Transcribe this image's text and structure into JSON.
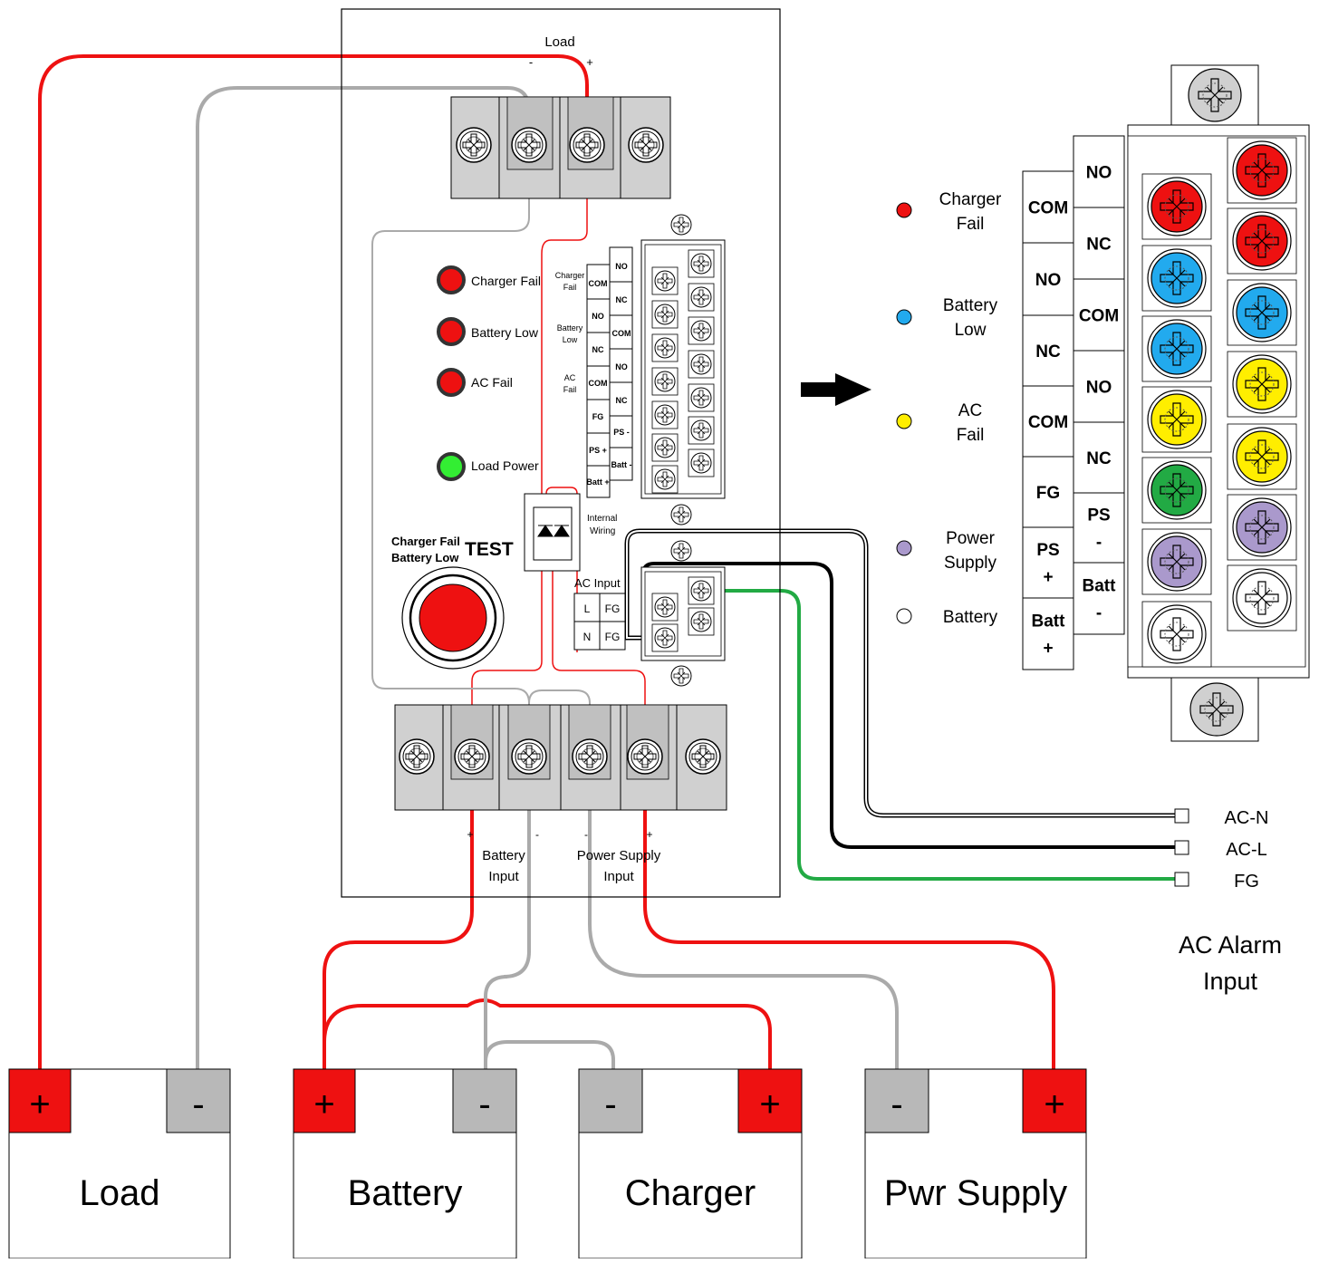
{
  "panel": {
    "load_label": "Load",
    "load_minus": "-",
    "load_plus": "+",
    "leds": {
      "charger_fail": "Charger Fail",
      "battery_low": "Battery Low",
      "ac_fail": "AC Fail",
      "load_power": "Load Power"
    },
    "test": {
      "line1": "Charger Fail",
      "line2": "Battery Low",
      "label": "TEST"
    },
    "internal_wiring": [
      "Internal",
      "Wiring"
    ],
    "ac_input": {
      "title": "AC Input",
      "cells": [
        "L",
        "FG",
        "N",
        "FG"
      ]
    },
    "bottom_polarity": [
      "+",
      "-",
      "-",
      "+"
    ],
    "battery_input": [
      "Battery",
      "Input"
    ],
    "psu_input": [
      "Power Supply",
      "Input"
    ],
    "relay_groups": [
      [
        "Charger",
        "Fail"
      ],
      [
        "Battery",
        "Low"
      ],
      [
        "AC",
        "Fail"
      ]
    ],
    "relay_left": [
      "COM",
      "NO",
      "NC",
      "COM",
      "FG",
      "PS +",
      "Batt +"
    ],
    "relay_right": [
      "NO",
      "NC",
      "COM",
      "NO",
      "NC",
      "PS -",
      "Batt -"
    ]
  },
  "zoom": {
    "legend": [
      {
        "label": [
          "Charger",
          "Fail"
        ],
        "color": "#ee1111"
      },
      {
        "label": [
          "Battery",
          "Low"
        ],
        "color": "#22aaee"
      },
      {
        "label": [
          "AC",
          "Fail"
        ],
        "color": "#ffee00"
      },
      {
        "label": [
          "Power",
          "Supply"
        ],
        "color": "#aa99cc"
      },
      {
        "label": [
          "Battery"
        ],
        "color": "#ffffff"
      }
    ],
    "left_labels": [
      [
        "COM"
      ],
      [
        "NO"
      ],
      [
        "NC"
      ],
      [
        "COM"
      ],
      [
        "FG"
      ],
      [
        "PS",
        "+"
      ],
      [
        "Batt",
        "+"
      ]
    ],
    "right_labels": [
      [
        "NO"
      ],
      [
        "NC"
      ],
      [
        "COM"
      ],
      [
        "NO"
      ],
      [
        "NC"
      ],
      [
        "PS",
        "-"
      ],
      [
        "Batt",
        "-"
      ]
    ],
    "left_screw_colors": [
      "#ee1111",
      "#22aaee",
      "#22aaee",
      "#ffee00",
      "#22aa44",
      "#aa99cc",
      "#ffffff"
    ],
    "right_screw_colors": [
      "#ee1111",
      "#ee1111",
      "#22aaee",
      "#ffee00",
      "#ffee00",
      "#aa99cc",
      "#ffffff"
    ]
  },
  "ac_alarm": {
    "terminals": [
      "AC-N",
      "AC-L",
      "FG"
    ],
    "title": [
      "AC Alarm",
      "Input"
    ]
  },
  "devices": [
    {
      "name": "Load",
      "left_term": "+",
      "right_term": "-"
    },
    {
      "name": "Battery",
      "left_term": "+",
      "right_term": "-"
    },
    {
      "name": "Charger",
      "left_term": "-",
      "right_term": "+"
    },
    {
      "name": "Pwr Supply",
      "left_term": "-",
      "right_term": "+"
    }
  ],
  "colors": {
    "red_wire": "#ee1111",
    "gray_wire": "#aaaaaa",
    "green_wire": "#22aa44",
    "black_wire": "#000000",
    "terminal_block": "#d0d0d0",
    "plus_terminal": "#ee1111",
    "minus_terminal": "#b8b8b8"
  }
}
